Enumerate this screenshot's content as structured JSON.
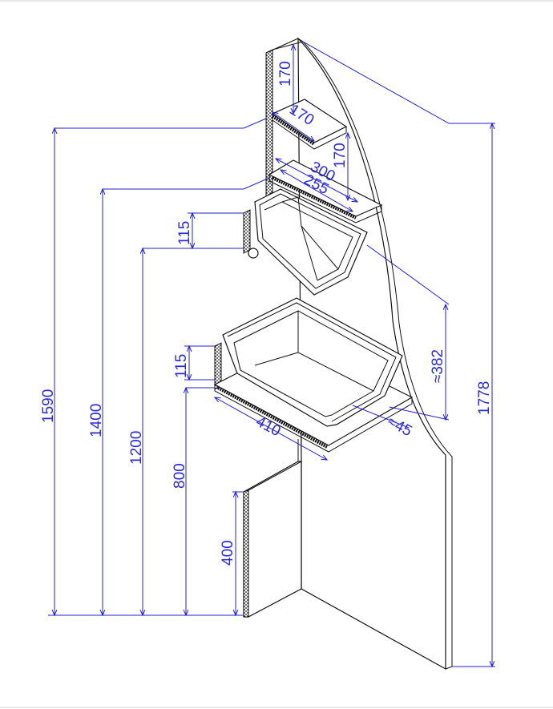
{
  "drawing": {
    "dimensions": {
      "shelf_top_depth": "170",
      "shelf_top_height": "170",
      "shelf_gap": "170",
      "shelf2_depth": "300",
      "shelf2_inner": "255",
      "bin_small_height": "115",
      "bin_large_height": "115",
      "bin_drop": "≈382",
      "base_depth": "410",
      "base_thickness": "≈45",
      "h_1590": "1590",
      "h_1400": "1400",
      "h_1200": "1200",
      "h_800": "800",
      "h_400": "400",
      "h_1778": "1778"
    },
    "colors": {
      "dimension": "#1f1fd8",
      "outline": "#111111"
    }
  }
}
